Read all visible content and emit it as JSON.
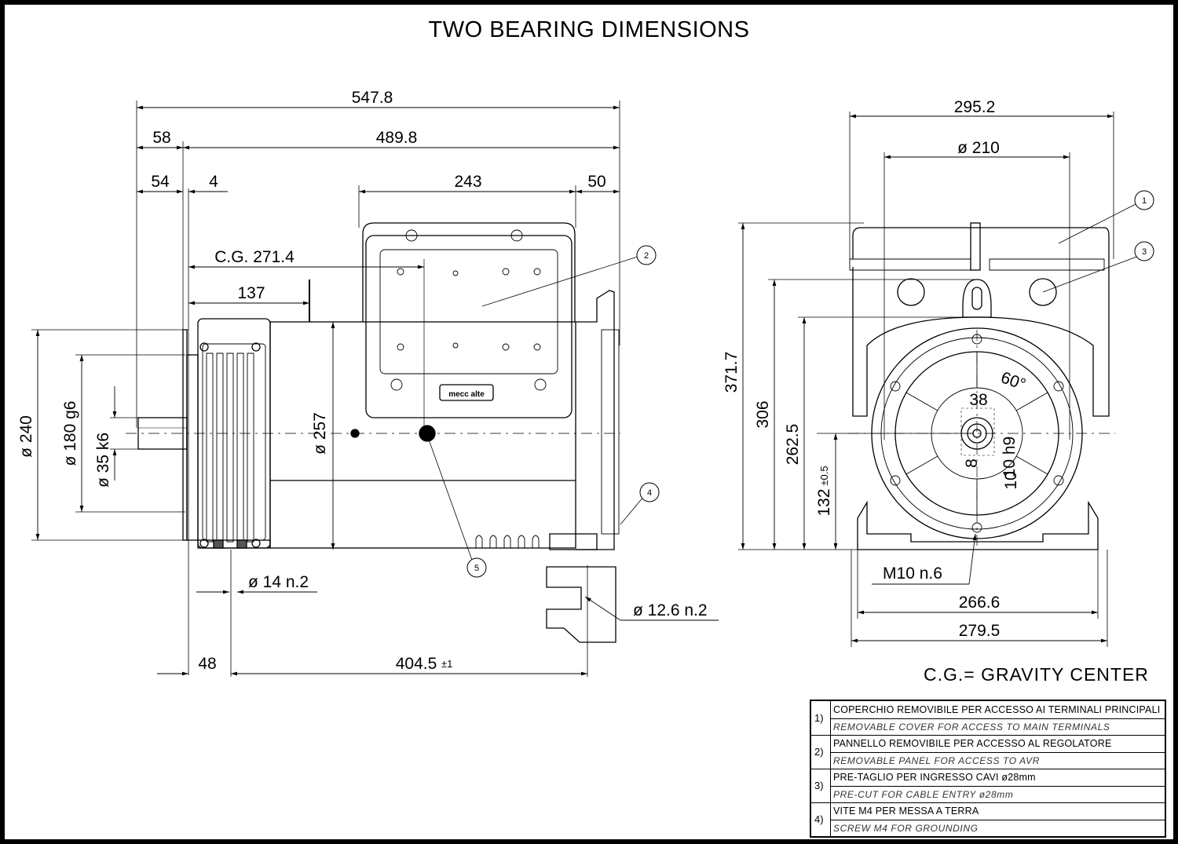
{
  "title": "TWO BEARING DIMENSIONS",
  "side_view": {
    "overall_length": "547.8",
    "dim_58": "58",
    "dim_489": "489.8",
    "dim_54": "54",
    "dim_4": "4",
    "dim_243": "243",
    "dim_50": "50",
    "cg_label": "C.G. 271.4",
    "dim_137": "137",
    "dia_240": "ø 240",
    "dia_180": "ø 180 g6",
    "dia_35": "ø 35 k6",
    "dia_257": "ø 257",
    "dia_14": "ø 14 n.2",
    "dia_12_6": "ø 12.6 n.2",
    "dim_48": "48",
    "dim_404": "404.5",
    "dim_404_tol": "±1",
    "logo": "mecc alte"
  },
  "front_view": {
    "dim_295": "295.2",
    "dia_210": "ø 210",
    "dim_371": "371.7",
    "dim_306": "306",
    "dim_262": "262.5",
    "dim_132": "132",
    "dim_132_tol": "±0.5",
    "dim_38": "38",
    "dim_8": "8",
    "dim_h9": "10 h9",
    "dim_10": "10",
    "angle": "60°",
    "thread": "M10 n.6",
    "dim_266": "266.6",
    "dim_279": "279.5"
  },
  "callouts": [
    "1",
    "2",
    "3",
    "4",
    "5"
  ],
  "cg_note": "C.G.= GRAVITY CENTER",
  "legend": [
    {
      "num": "1)",
      "it": "COPERCHIO REMOVIBILE PER ACCESSO AI TERMINALI PRINCIPALI",
      "en": "REMOVABLE COVER FOR ACCESS TO MAIN TERMINALS"
    },
    {
      "num": "2)",
      "it": "PANNELLO REMOVIBILE PER ACCESSO AL REGOLATORE",
      "en": "REMOVABLE PANEL FOR ACCESS TO AVR"
    },
    {
      "num": "3)",
      "it": "PRE-TAGLIO PER INGRESSO CAVI ø28mm",
      "en": "PRE-CUT FOR CABLE ENTRY ø28mm"
    },
    {
      "num": "4)",
      "it": "VITE M4 PER MESSA A TERRA",
      "en": "SCREW M4 FOR GROUNDING"
    }
  ]
}
